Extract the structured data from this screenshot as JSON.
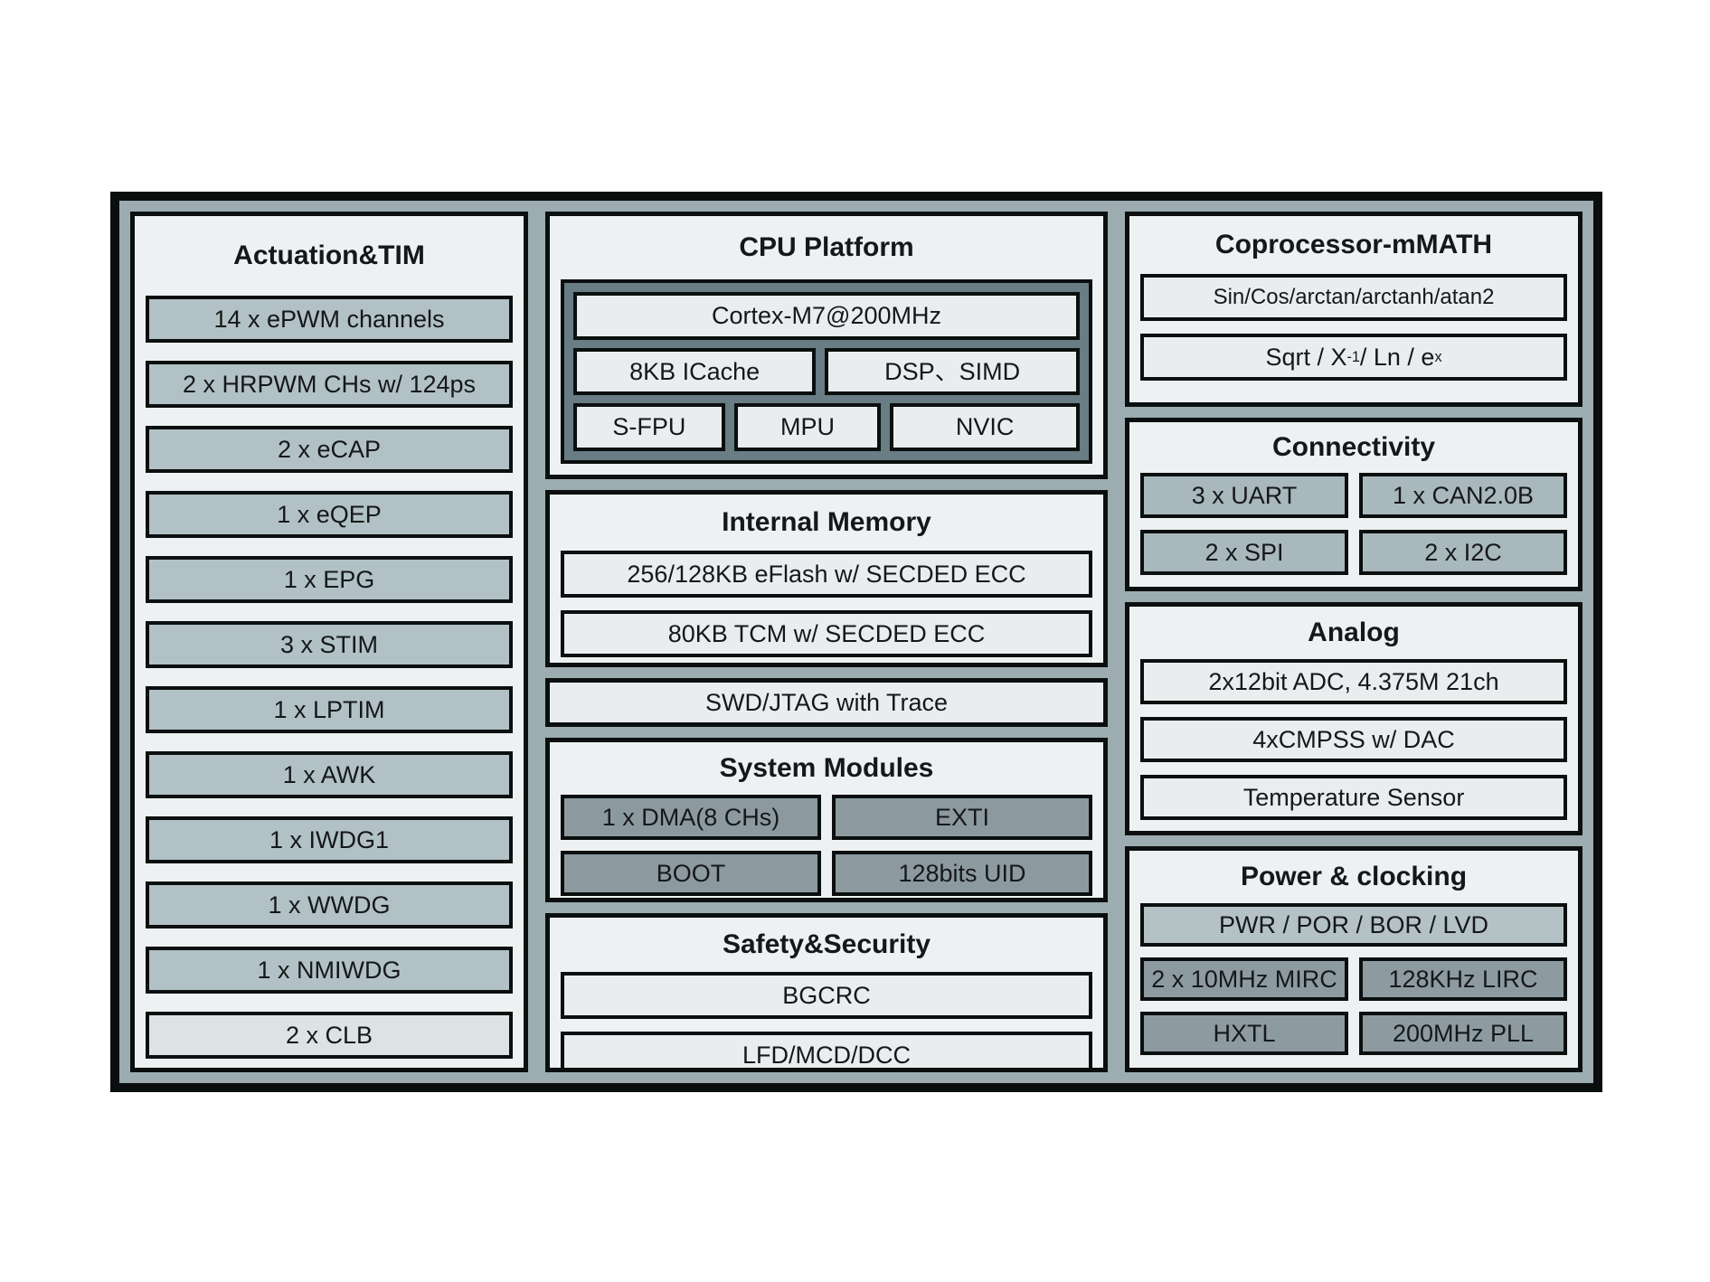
{
  "left": {
    "title": "Actuation&TIM",
    "rows": [
      "14 x ePWM channels",
      "2 x HRPWM CHs w/ 124ps",
      "2 x eCAP",
      "1 x eQEP",
      "1 x EPG",
      "3 x STIM",
      "1 x LPTIM",
      "1 x AWK",
      "1 x IWDG1",
      "1 x WWDG",
      "1 x NMIWDG",
      "2 x CLB"
    ]
  },
  "cpu": {
    "title": "CPU Platform",
    "core": "Cortex-M7@200MHz",
    "icache": "8KB ICache",
    "dsp": "DSP、SIMD",
    "sfpu": "S-FPU",
    "mpu": "MPU",
    "nvic": "NVIC"
  },
  "memory": {
    "title": "Internal Memory",
    "eflash": "256/128KB eFlash w/ SECDED ECC",
    "tcm": "80KB TCM w/ SECDED ECC"
  },
  "swd": {
    "label": "SWD/JTAG with Trace"
  },
  "system": {
    "title": "System Modules",
    "dma": "1 x DMA(8 CHs)",
    "exti": "EXTI",
    "boot": "BOOT",
    "uid": "128bits UID"
  },
  "safety": {
    "title": "Safety&Security",
    "bgcrc": "BGCRC",
    "lfd": "LFD/MCD/DCC"
  },
  "coproc": {
    "title": "Coprocessor-mMATH",
    "trig": "Sin/Cos/arctan/arctanh/atan2",
    "sqrt_base1": "Sqrt / X",
    "sqrt_sup1": "-1",
    "sqrt_base2": " / Ln / e",
    "sqrt_sup2": "x"
  },
  "connectivity": {
    "title": "Connectivity",
    "uart": "3 x UART",
    "can": "1 x CAN2.0B",
    "spi": "2 x SPI",
    "i2c": "2 x I2C"
  },
  "analog": {
    "title": "Analog",
    "adc": "2x12bit ADC, 4.375M 21ch",
    "cmpss": "4xCMPSS w/ DAC",
    "temp": "Temperature Sensor"
  },
  "power": {
    "title": "Power & clocking",
    "pwr": "PWR / POR / BOR / LVD",
    "mirc": "2 x 10MHz MIRC",
    "lirc": "128KHz LIRC",
    "hxtl": "HXTL",
    "pll": "200MHz PLL"
  },
  "palette": {
    "frame_border": "#0b0e0e",
    "background_band": "#9cacb0",
    "panel_bg": "#edf1f2",
    "row_gray": "#b2c1c5",
    "row_light": "#dde3e5",
    "cpu_container": "#687d84",
    "box_light": "#e9edee",
    "box_dark": "#8c9aa0",
    "connectivity_gray": "#a9b8bc",
    "power_light": "#b5c2c5",
    "power_dark": "#8d9ba1"
  }
}
